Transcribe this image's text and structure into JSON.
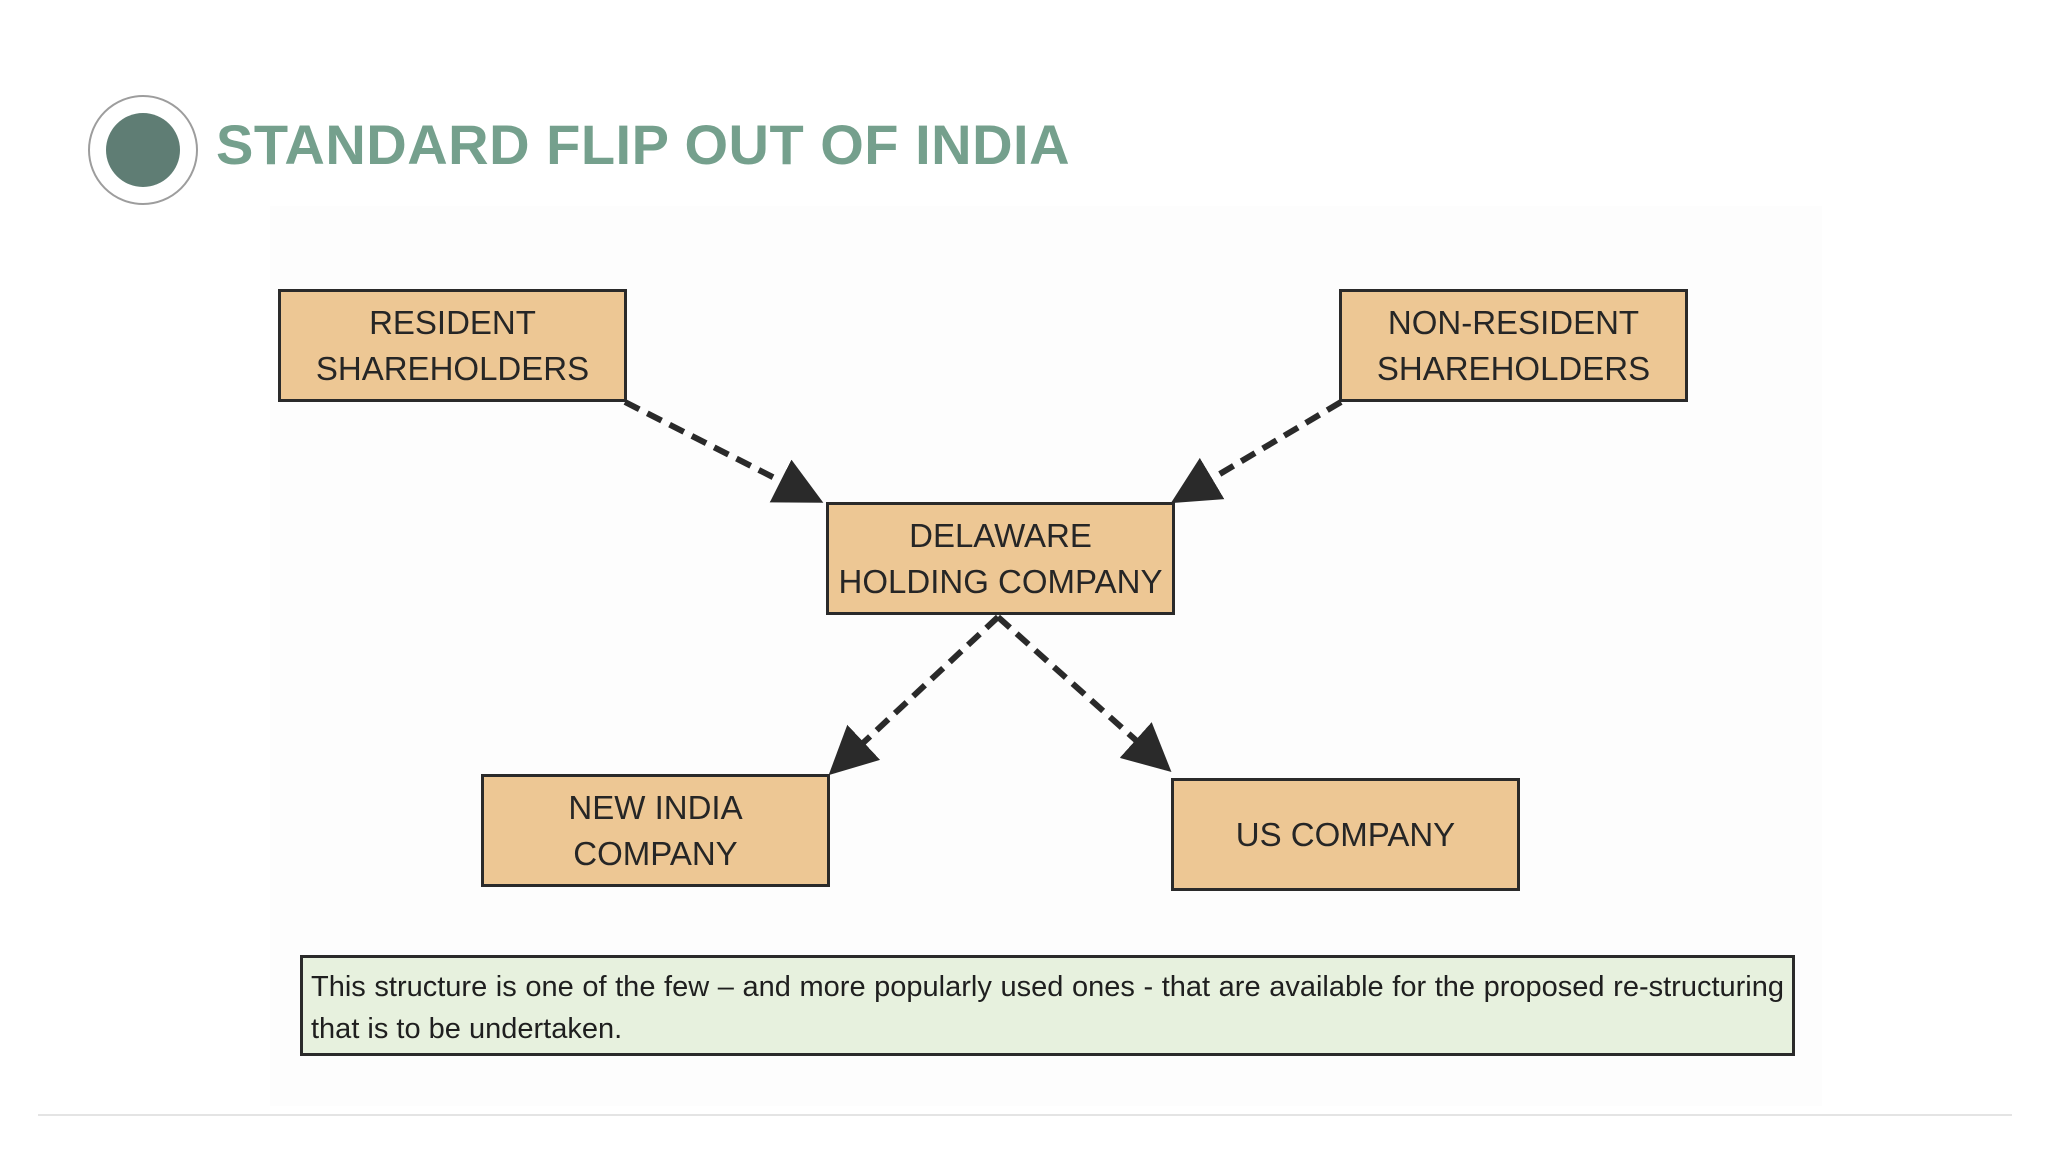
{
  "title": "STANDARD FLIP OUT OF INDIA",
  "diagram": {
    "nodes": {
      "resident_shareholders": "RESIDENT\nSHAREHOLDERS",
      "non_resident_shareholders": "NON-RESIDENT\nSHAREHOLDERS",
      "delaware_holding_company": "DELAWARE\nHOLDING COMPANY",
      "new_india_company": "NEW INDIA\nCOMPANY",
      "us_company": "US COMPANY"
    },
    "edges": [
      {
        "from": "RESIDENT SHAREHOLDERS",
        "to": "DELAWARE HOLDING COMPANY",
        "style": "dashed-arrow"
      },
      {
        "from": "NON-RESIDENT SHAREHOLDERS",
        "to": "DELAWARE HOLDING COMPANY",
        "style": "dashed-arrow"
      },
      {
        "from": "DELAWARE HOLDING COMPANY",
        "to": "NEW INDIA COMPANY",
        "style": "dashed-arrow"
      },
      {
        "from": "DELAWARE HOLDING COMPANY",
        "to": "US COMPANY",
        "style": "dashed-arrow"
      }
    ]
  },
  "note": "This structure is one of the few – and more popularly used ones - that are available for the proposed re-structuring that is to be undertaken.",
  "colors": {
    "title": "#75a08d",
    "title_dot": "#5f7d74",
    "node_fill": "#edc794",
    "node_border": "#2a2a2a",
    "note_fill": "#e7f1de",
    "arrow": "#2a2a2a"
  }
}
